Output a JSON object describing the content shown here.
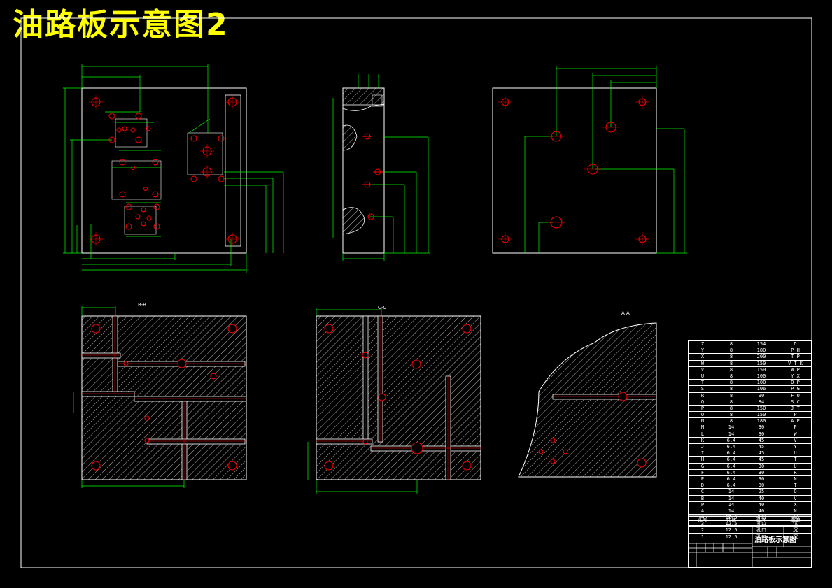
{
  "title": "油路板示意图2",
  "colors": {
    "outline": "#ffffff",
    "dimension": "#00ff00",
    "center": "#ff0000",
    "title": "#ffff00",
    "hatch": "#ffffff",
    "dim_text": "#ffff00"
  },
  "section_labels": {
    "bb": "B-B",
    "cc": "C-C",
    "aa": "A-A"
  },
  "parts_table": {
    "rows": [
      [
        "Z",
        "8",
        "154",
        "D"
      ],
      [
        "Y",
        "8",
        "180",
        "P  H"
      ],
      [
        "X",
        "8",
        "200",
        "T  P"
      ],
      [
        "W",
        "8",
        "150",
        "V  T  K"
      ],
      [
        "V",
        "8",
        "150",
        "W  P"
      ],
      [
        "U",
        "8",
        "100",
        "Y  X"
      ],
      [
        "T",
        "8",
        "100",
        "O  P"
      ],
      [
        "S",
        "8",
        "106",
        "P  G"
      ],
      [
        "R",
        "8",
        "90",
        "F  O"
      ],
      [
        "Q",
        "8",
        "84",
        "S  C"
      ],
      [
        "P",
        "8",
        "150",
        "J  T"
      ],
      [
        "O",
        "8",
        "150",
        "P"
      ],
      [
        "N",
        "8",
        "180",
        "A  E"
      ],
      [
        "M",
        "14",
        "30",
        "P"
      ],
      [
        "L",
        "14",
        "30",
        "W"
      ],
      [
        "K",
        "6.4",
        "45",
        "V"
      ],
      [
        "J",
        "6.4",
        "45",
        "Y"
      ],
      [
        "I",
        "6.4",
        "45",
        "U"
      ],
      [
        "H",
        "6.4",
        "45",
        "T"
      ],
      [
        "G",
        "6.4",
        "30",
        "U"
      ],
      [
        "F",
        "6.4",
        "30",
        "R"
      ],
      [
        "E",
        "6.4",
        "30",
        "N"
      ],
      [
        "D",
        "6.4",
        "30",
        "T"
      ],
      [
        "C",
        "14",
        "25",
        "O"
      ],
      [
        "B",
        "14",
        "40",
        "V"
      ],
      [
        "P",
        "14",
        "40",
        "X"
      ],
      [
        "A",
        "14",
        "40",
        "N"
      ],
      [
        "4",
        "12.5",
        "孔口",
        "沉"
      ],
      [
        "3",
        "12.5",
        "孔口",
        "沉"
      ],
      [
        "2",
        "12.5",
        "孔口",
        "沉"
      ],
      [
        "1",
        "12.5",
        "孔口",
        "沉"
      ]
    ],
    "header": [
      "孔号",
      "孔径",
      "孔深",
      "连通"
    ],
    "drawing_name": "油路板示意图"
  }
}
